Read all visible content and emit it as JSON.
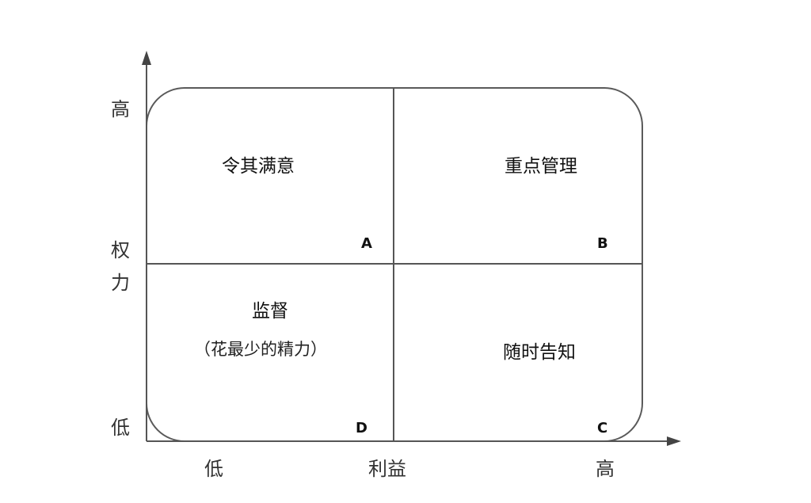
{
  "diagram": {
    "type": "quadrant-matrix",
    "y_axis": {
      "title_chars": [
        "权",
        "力"
      ],
      "high": "高",
      "low": "低"
    },
    "x_axis": {
      "title": "利益",
      "high": "高",
      "low": "低"
    },
    "quadrants": {
      "A": {
        "position": "top-left",
        "title": "令其满意",
        "corner_letter": "A"
      },
      "B": {
        "position": "top-right",
        "title": "重点管理",
        "corner_letter": "B"
      },
      "C": {
        "position": "bottom-right",
        "title": "随时告知",
        "corner_letter": "C"
      },
      "D": {
        "position": "bottom-left",
        "title": "监督",
        "subtitle": "（花最少的精力）",
        "corner_letter": "D"
      }
    },
    "colors": {
      "line": "#555555",
      "text": "#111111",
      "background": "#ffffff"
    }
  }
}
